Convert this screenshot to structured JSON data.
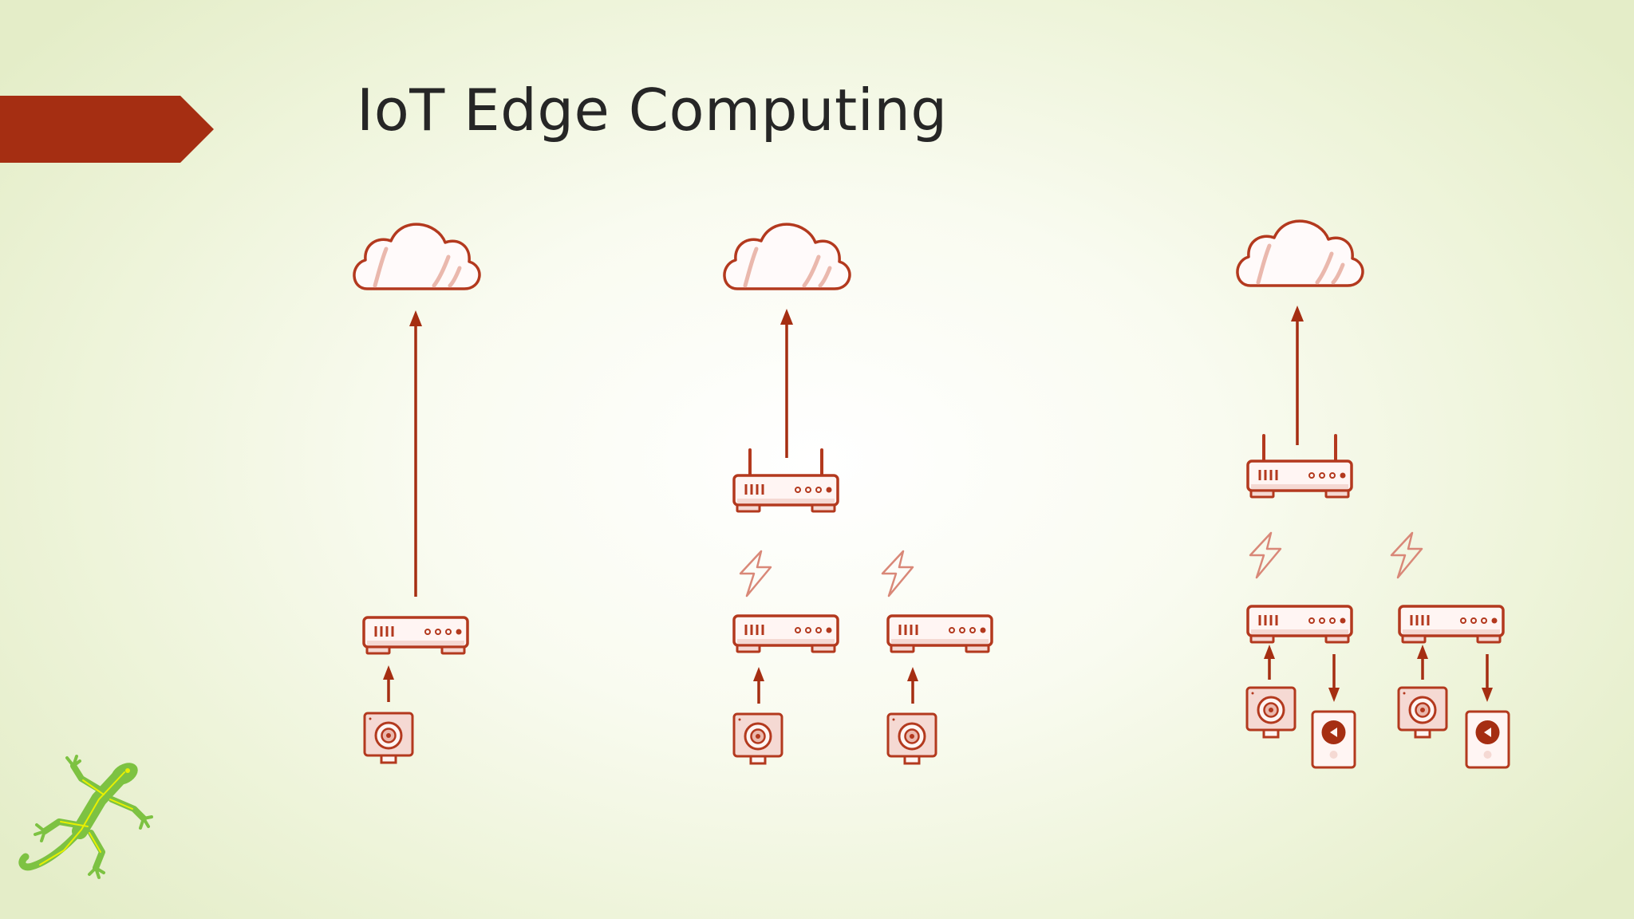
{
  "slide": {
    "title": "IoT Edge Computing"
  },
  "colors": {
    "accent": "#a52e12",
    "stroke": "#b3391e",
    "fill_light": "#f5d9d3",
    "fill_mid": "#eab8ad",
    "text": "#262626",
    "logo_green": "#7dc242",
    "logo_yellow": "#e8f000"
  },
  "diagram": {
    "columns": [
      {
        "name": "cloud-direct",
        "has_gateway": false,
        "edge_groups": [
          {
            "device": "camera",
            "has_output_device": false,
            "has_lightning": false
          }
        ]
      },
      {
        "name": "gateway-edge",
        "has_gateway": true,
        "edge_groups": [
          {
            "device": "camera",
            "has_output_device": false,
            "has_lightning": true
          },
          {
            "device": "camera",
            "has_output_device": false,
            "has_lightning": true
          }
        ]
      },
      {
        "name": "gateway-edge-bidirectional",
        "has_gateway": true,
        "edge_groups": [
          {
            "device": "camera",
            "has_output_device": true,
            "output_device": "speaker",
            "has_lightning": true
          },
          {
            "device": "camera",
            "has_output_device": true,
            "output_device": "speaker",
            "has_lightning": true
          }
        ]
      }
    ]
  },
  "icons": {
    "cloud": "cloud-icon",
    "router": "router-icon",
    "edge_box": "edge-device-icon",
    "camera": "camera-icon",
    "speaker": "speaker-icon",
    "lightning": "lightning-icon",
    "logo": "gecko-logo"
  }
}
